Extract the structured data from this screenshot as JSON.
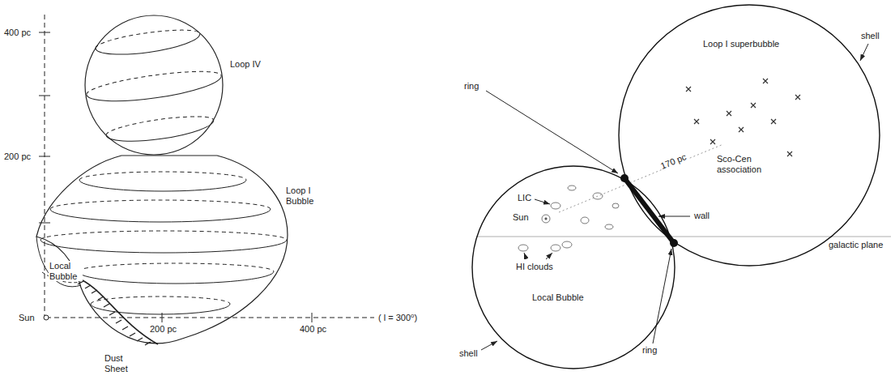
{
  "diagram": {
    "nodes": [
      {
        "text": [
          "Loop IV"
        ]
      },
      {
        "text": [
          "Loop I Bubble"
        ]
      },
      {
        "text": [
          "Loop I superbubble"
        ]
      },
      {
        "text": [
          "Local Bubble"
        ]
      }
    ],
    "labels": [
      "400 pc",
      "200 pc",
      "Sun",
      "Local Bubble",
      "Dust Sheet",
      "200 pc",
      "400 pc",
      "( l = 300⁰)",
      "shell",
      "ring",
      "Sco-Cen association",
      "170 pc",
      "LIC",
      "Sun",
      "wall",
      "galactic plane",
      "HI clouds",
      "shell",
      "ring"
    ]
  }
}
